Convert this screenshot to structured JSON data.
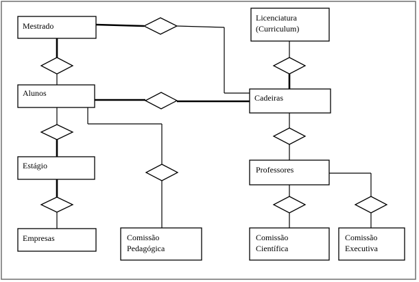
{
  "entities": {
    "mestrado": "Mestrado",
    "licenciatura_line1": "Licenciatura",
    "licenciatura_line2": "(Curriculum)",
    "alunos": "Alunos",
    "cadeiras": "Cadeiras",
    "estagio": "Estágio",
    "professores": "Professores",
    "empresas": "Empresas",
    "comissao_pedagogica_line1": "Comissão",
    "comissao_pedagogica_line2": "Pedagógica",
    "comissao_cientifica_line1": "Comissão",
    "comissao_cientifica_line2": "Científica",
    "comissao_executiva_line1": "Comissão",
    "comissao_executiva_line2": "Executiva"
  }
}
